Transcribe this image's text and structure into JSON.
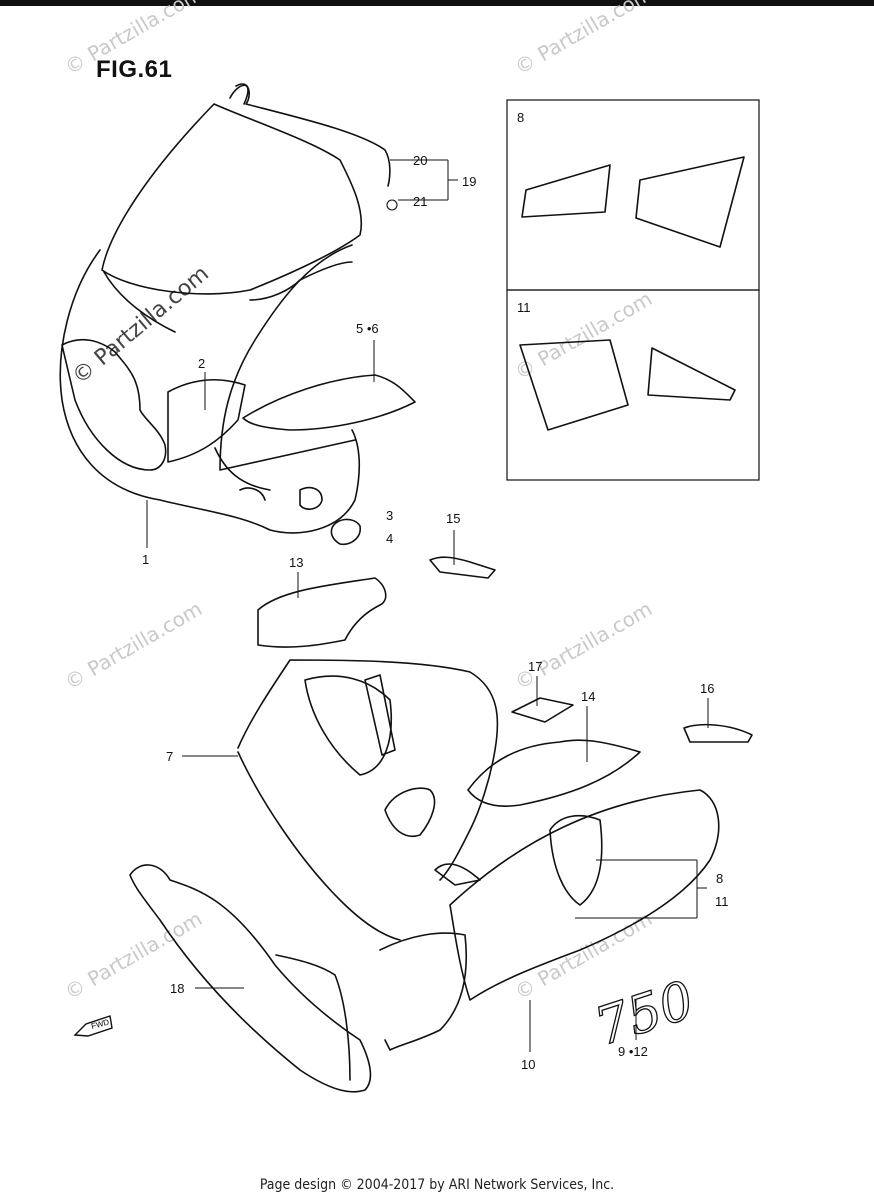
{
  "figure": {
    "title": "FIG.61"
  },
  "inset_boxes": [
    {
      "label": "8"
    },
    {
      "label": "11"
    }
  ],
  "callouts": {
    "c1": "1",
    "c2": "2",
    "c3": "3",
    "c4": "4",
    "c56": "5 •6",
    "c7": "7",
    "c8": "8",
    "c9_12": "9 •12",
    "c10": "10",
    "c11": "11",
    "c13": "13",
    "c14": "14",
    "c15": "15",
    "c16": "16",
    "c17": "17",
    "c18": "18",
    "c19": "19",
    "c20": "20",
    "c21": "21"
  },
  "decal_text": "750",
  "fwd_label": "FWD",
  "watermark": "© Partzilla.com",
  "footer": "Page design © 2004-2017 by ARI Network Services, Inc."
}
